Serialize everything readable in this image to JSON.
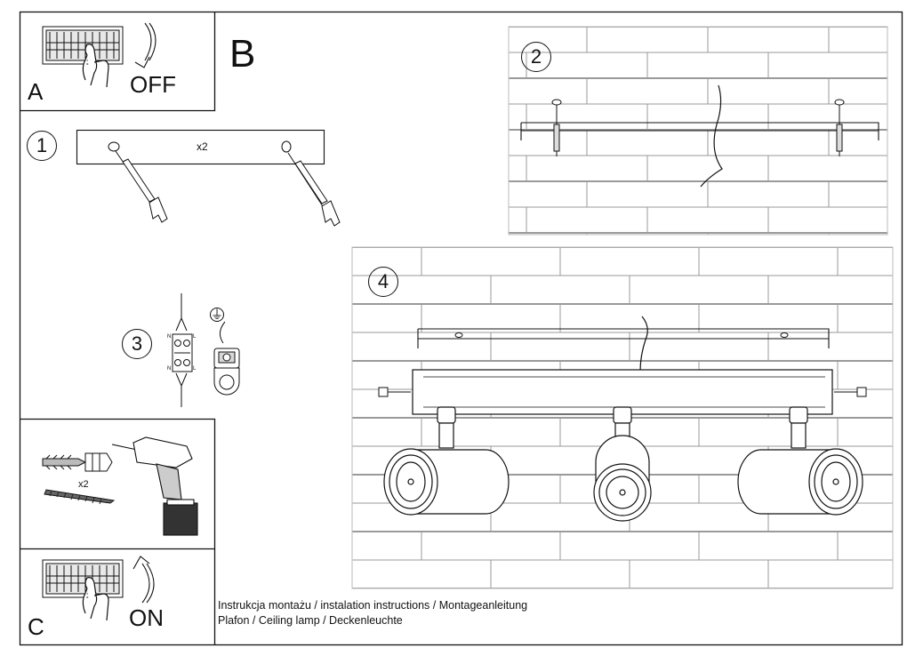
{
  "panels": {
    "a": {
      "letter": "A",
      "action": "OFF"
    },
    "b": {
      "letter": "B",
      "tool_count": "x2"
    },
    "c": {
      "letter": "C",
      "action": "ON"
    }
  },
  "steps": {
    "s1": {
      "number": "1",
      "count": "x2"
    },
    "s2": {
      "number": "2"
    },
    "s3": {
      "number": "3",
      "terminal_marks": [
        "N",
        "L",
        "N",
        "L"
      ],
      "ground_symbol": "⏚"
    },
    "s4": {
      "number": "4"
    }
  },
  "caption": {
    "line1": "Instrukcja montażu / instalation instructions / Montageanleitung",
    "line2": "Plafon / Ceiling lamp / Deckenleuchte"
  }
}
